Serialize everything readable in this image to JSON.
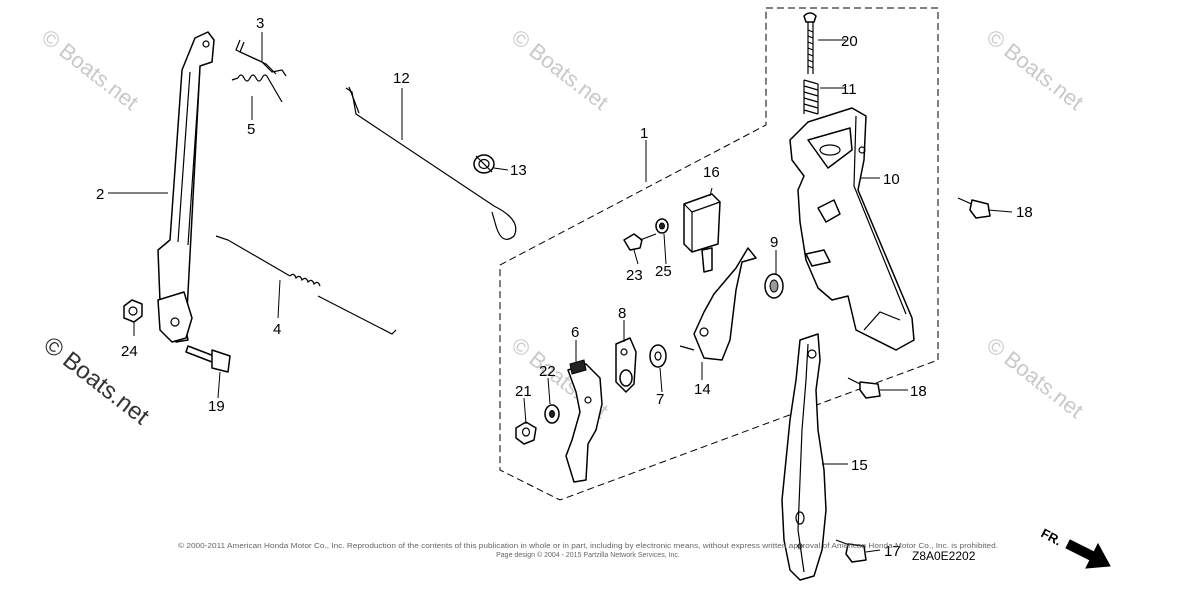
{
  "watermarks": {
    "large": "© Boats.net",
    "repeat": "© Boats.net"
  },
  "callouts": {
    "p1": "1",
    "p2": "2",
    "p3": "3",
    "p4": "4",
    "p5": "5",
    "p6": "6",
    "p7": "7",
    "p8": "8",
    "p9": "9",
    "p10": "10",
    "p11": "11",
    "p12": "12",
    "p13": "13",
    "p14": "14",
    "p15": "15",
    "p16": "16",
    "p17": "17",
    "p18a": "18",
    "p18b": "18",
    "p19": "19",
    "p20": "20",
    "p21": "21",
    "p22": "22",
    "p23": "23",
    "p24": "24",
    "p25": "25"
  },
  "footer": {
    "copyright_line1": "© 2000-2011 American Honda Motor Co., Inc. Reproduction of the contents of this publication in whole or in part, including by electronic means, without express written approval of American Honda Motor Co., Inc. is prohibited.",
    "copyright_line2": "Page design © 2004 - 2015 Partzilla Network Services, Inc.",
    "diagram_code": "Z8A0E2202",
    "direction": "FR."
  }
}
